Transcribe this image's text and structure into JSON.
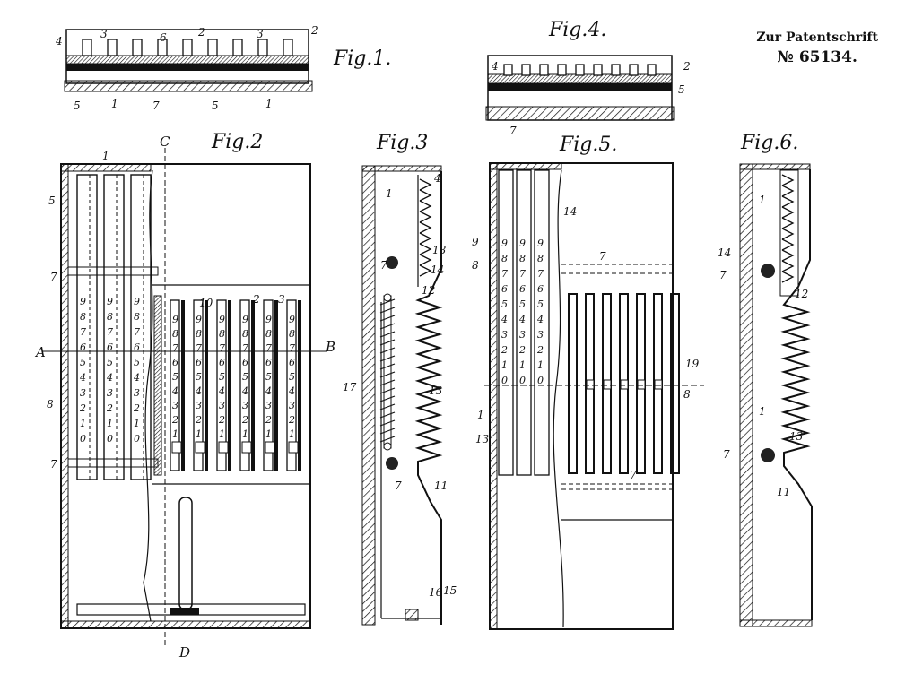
{
  "header": {
    "line1": "Zur Patentschrift",
    "line2": "№ 65134."
  },
  "figures": {
    "fig1": "Fig.1.",
    "fig2": "Fig.2",
    "fig3": "Fig.3",
    "fig4": "Fig.4.",
    "fig5": "Fig.5.",
    "fig6": "Fig.6."
  },
  "section_marks": {
    "A": "A",
    "B": "B",
    "C": "C",
    "D": "D"
  },
  "digits_desc": [
    "9",
    "8",
    "7",
    "6",
    "5",
    "4",
    "3",
    "2",
    "1",
    "0"
  ],
  "labels": [
    "1",
    "2",
    "3",
    "4",
    "5",
    "6",
    "7",
    "8",
    "9",
    "10",
    "11",
    "12",
    "13",
    "14",
    "15",
    "16",
    "17",
    "18",
    "19"
  ]
}
